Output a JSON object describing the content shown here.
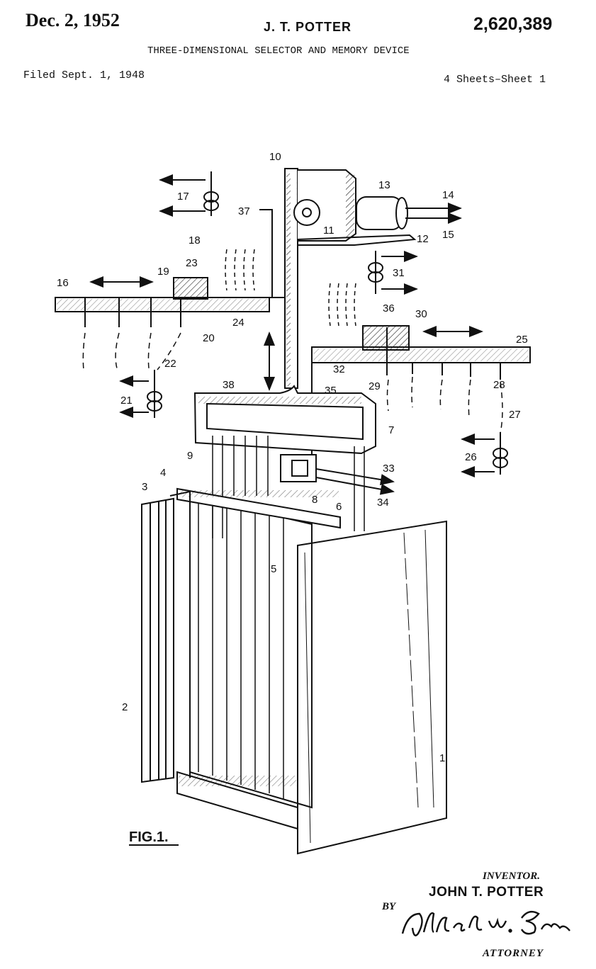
{
  "header": {
    "date": "Dec. 2, 1952",
    "inventor": "J. T. POTTER",
    "patent_number": "2,620,389",
    "title": "THREE-DIMENSIONAL SELECTOR AND MEMORY DEVICE",
    "filed": "Filed Sept. 1, 1948",
    "sheets": "4 Sheets–Sheet 1"
  },
  "figure": {
    "label": "FIG.1.",
    "reference_numerals": [
      "1",
      "2",
      "3",
      "4",
      "5",
      "6",
      "7",
      "8",
      "9",
      "10",
      "11",
      "12",
      "13",
      "14",
      "15",
      "16",
      "17",
      "18",
      "19",
      "20",
      "21",
      "22",
      "23",
      "24",
      "25",
      "26",
      "27",
      "28",
      "29",
      "30",
      "31",
      "32",
      "33",
      "34",
      "35",
      "36",
      "37",
      "38"
    ]
  },
  "signature": {
    "inventor_label": "INVENTOR.",
    "inventor_name": "JOHN T. POTTER",
    "by": "BY",
    "attorney_signature": "Alfred W. Barber",
    "attorney_label": "ATTORNEY"
  }
}
